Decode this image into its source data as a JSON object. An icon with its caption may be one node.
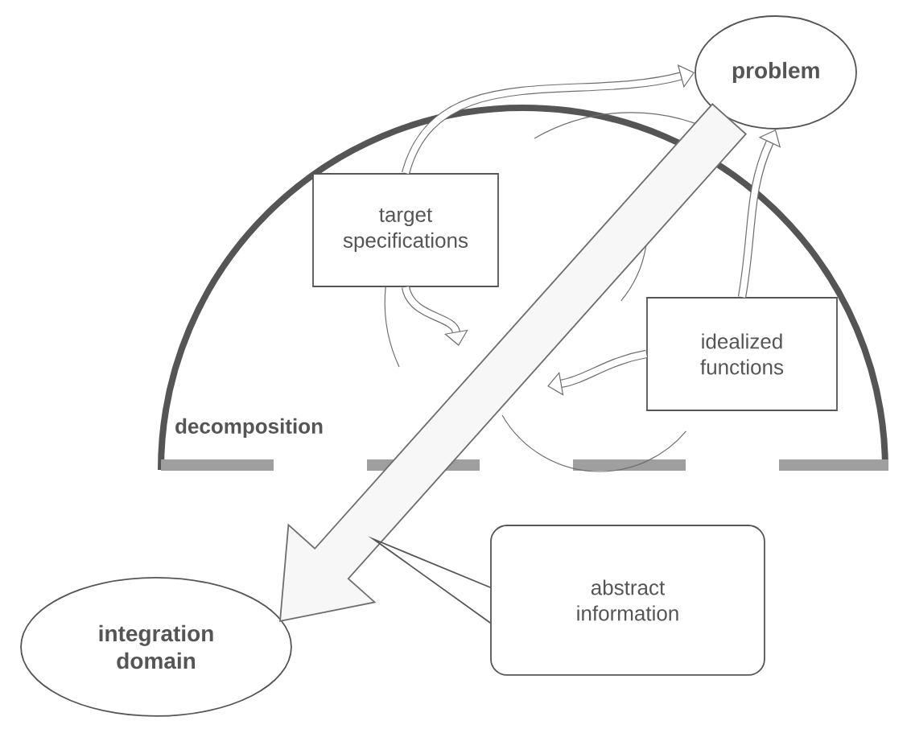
{
  "diagram": {
    "nodes": [
      {
        "text": [
          "problem"
        ]
      },
      {
        "text": [
          "target specifications"
        ]
      },
      {
        "text": [
          "idealized functions"
        ]
      },
      {
        "text": [
          "integration domain"
        ]
      },
      {
        "text": [
          "abstract information"
        ]
      }
    ],
    "edges": [
      {
        "from": 0,
        "to": 3,
        "arrow": "to",
        "style": "thick"
      },
      {
        "from": 1,
        "to": 0,
        "arrow": "to"
      },
      {
        "from": 2,
        "to": 0,
        "arrow": "to"
      },
      {
        "from": 1,
        "to": null,
        "arrow": "to"
      },
      {
        "from": 2,
        "to": null,
        "arrow": "to"
      },
      {
        "from": 4,
        "to": null,
        "arrow": "none"
      }
    ],
    "labels": [
      "decomposition"
    ]
  }
}
